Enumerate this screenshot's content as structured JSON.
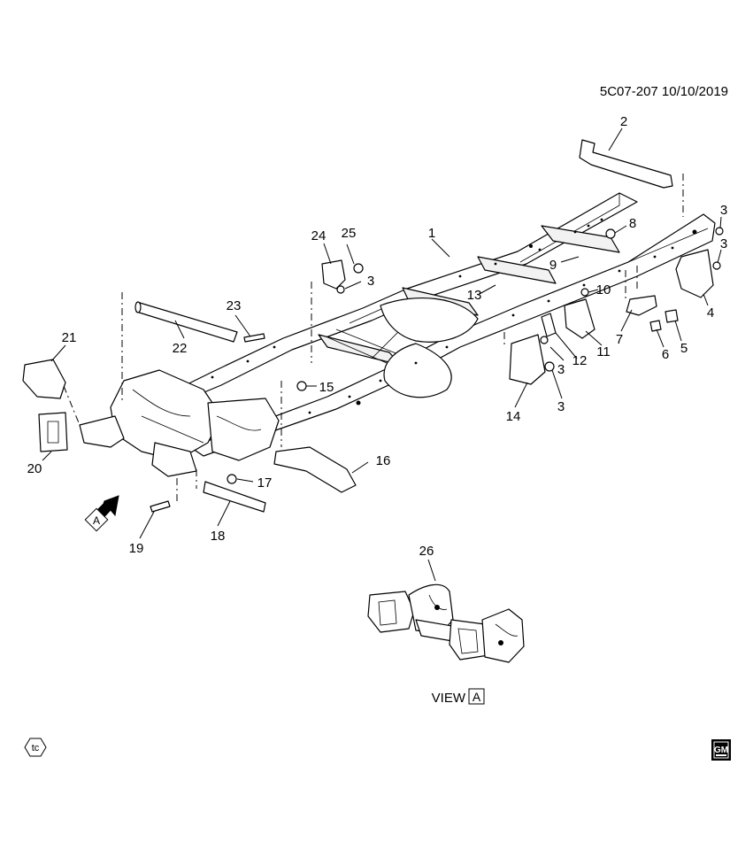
{
  "diagram_ref": "5C07-207  10/10/2019",
  "view_label": "VIEW",
  "view_box_letter": "A",
  "direction_arrow_letter": "A",
  "badge_tc": "tc",
  "logo_gm": "GM",
  "callouts": [
    "1",
    "2",
    "3",
    "3",
    "3",
    "3",
    "3",
    "4",
    "5",
    "6",
    "7",
    "8",
    "9",
    "10",
    "11",
    "12",
    "13",
    "14",
    "15",
    "16",
    "17",
    "18",
    "19",
    "20",
    "21",
    "22",
    "23",
    "24",
    "25",
    "26"
  ]
}
